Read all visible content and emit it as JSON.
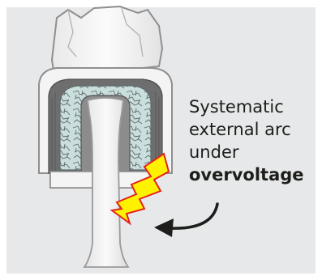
{
  "caption": {
    "line1": "Systematic",
    "line2": "external arc",
    "line3": "under",
    "line4": "overvoltage"
  },
  "colors": {
    "background_panel": "#e7e8ea",
    "insulator_fill": "#f4f4f4",
    "insulator_outline": "#9a9a9a",
    "cement": "#c9dedd",
    "metal_band": "#6e6e6e",
    "arc_fill": "#fff200",
    "arc_outline": "#e2231a",
    "arrow": "#1d1d1b",
    "text": "#1d1d1b"
  },
  "icons": {
    "arc": "lightning-bolt-icon",
    "arrow": "curved-arrow-icon"
  }
}
